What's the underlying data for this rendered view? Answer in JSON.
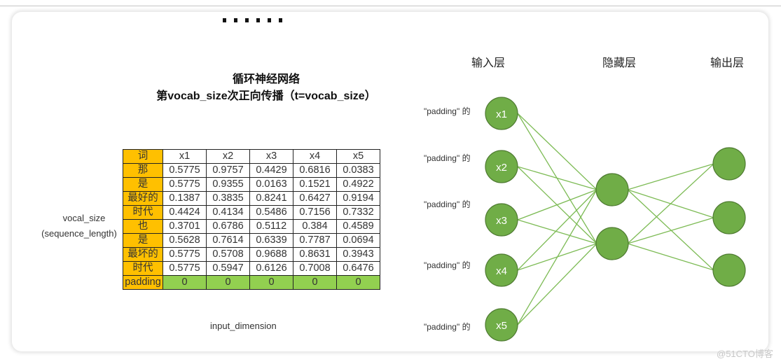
{
  "dots": [
    "■",
    "■",
    "■",
    "■",
    "■",
    "■"
  ],
  "title": {
    "line1": "循环神经网络",
    "line2": "第vocab_size次正向传播（t=vocab_size）"
  },
  "side_label": {
    "line1": "vocal_size",
    "line2": "(sequence_length)"
  },
  "table": {
    "headers": [
      "词",
      "x1",
      "x2",
      "x3",
      "x4",
      "x5"
    ],
    "rows": [
      {
        "word": "那",
        "values": [
          "0.5775",
          "0.9757",
          "0.4429",
          "0.6816",
          "0.0383"
        ]
      },
      {
        "word": "是",
        "values": [
          "0.5775",
          "0.9355",
          "0.0163",
          "0.1521",
          "0.4922"
        ]
      },
      {
        "word": "最好的",
        "values": [
          "0.1387",
          "0.3835",
          "0.8241",
          "0.6427",
          "0.9194"
        ]
      },
      {
        "word": "时代",
        "values": [
          "0.4424",
          "0.4134",
          "0.5486",
          "0.7156",
          "0.7332"
        ]
      },
      {
        "word": "也",
        "values": [
          "0.3701",
          "0.6786",
          "0.5112",
          "0.384",
          "0.4589"
        ]
      },
      {
        "word": "是",
        "values": [
          "0.5628",
          "0.7614",
          "0.6339",
          "0.7787",
          "0.0694"
        ]
      },
      {
        "word": "最坏的",
        "values": [
          "0.5775",
          "0.5708",
          "0.9688",
          "0.8631",
          "0.3943"
        ]
      },
      {
        "word": "时代",
        "values": [
          "0.5775",
          "0.5947",
          "0.6126",
          "0.7008",
          "0.6476"
        ]
      },
      {
        "word": "padding",
        "values": [
          "0",
          "0",
          "0",
          "0",
          "0"
        ]
      }
    ],
    "colors": {
      "header": "#FFC000",
      "padding_row": "#92D050"
    }
  },
  "dimension_label": "input_dimension",
  "network": {
    "layers": {
      "input": "输入层",
      "hidden": "隐藏层",
      "output": "输出层"
    },
    "input_nodes": [
      {
        "label": "x1",
        "side_label": "\"padding\"  的"
      },
      {
        "label": "x2",
        "side_label": "\"padding\"  的"
      },
      {
        "label": "x3",
        "side_label": "\"padding\"  的"
      },
      {
        "label": "x4",
        "side_label": "\"padding\"  的"
      },
      {
        "label": "x5",
        "side_label": "\"padding\"  的"
      }
    ],
    "hidden_count": 2,
    "output_count": 3,
    "colors": {
      "node_fill": "#70AD47",
      "node_stroke": "#4E7A31",
      "edge": "#7DBB55"
    }
  },
  "watermark": "@51CTO博客"
}
